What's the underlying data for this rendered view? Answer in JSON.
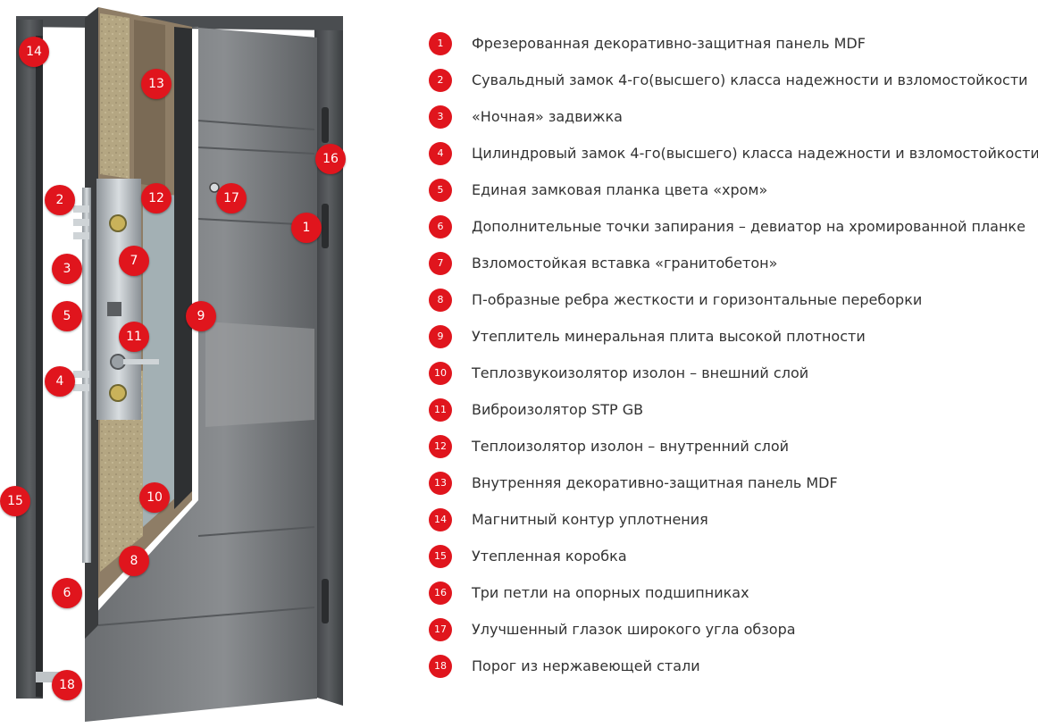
{
  "colors": {
    "accent": "#e0151d",
    "text": "#333333",
    "door": "#66696c",
    "frame": "#4a4d50"
  },
  "markers": [
    {
      "num": "14"
    },
    {
      "num": "13"
    },
    {
      "num": "16"
    },
    {
      "num": "2"
    },
    {
      "num": "12"
    },
    {
      "num": "17"
    },
    {
      "num": "1"
    },
    {
      "num": "7"
    },
    {
      "num": "3"
    },
    {
      "num": "5"
    },
    {
      "num": "9"
    },
    {
      "num": "11"
    },
    {
      "num": "4"
    },
    {
      "num": "15"
    },
    {
      "num": "10"
    },
    {
      "num": "8"
    },
    {
      "num": "6"
    },
    {
      "num": "18"
    }
  ],
  "legend": [
    {
      "num": "1",
      "text": "Фрезерованная декоративно-защитная панель MDF"
    },
    {
      "num": "2",
      "text": "Сувальдный замок 4-го(высшего) класса надежности и взломостойкости"
    },
    {
      "num": "3",
      "text": "«Ночная» задвижка"
    },
    {
      "num": "4",
      "text": "Цилиндровый замок 4-го(высшего) класса надежности и взломостойкости"
    },
    {
      "num": "5",
      "text": "Единая замковая планка цвета «хром»"
    },
    {
      "num": "6",
      "text": "Дополнительные точки запирания – девиатор на хромированной планке"
    },
    {
      "num": "7",
      "text": "Взломостойкая вставка «гранитобетон»"
    },
    {
      "num": "8",
      "text": "П-образные ребра жесткости и горизонтальные переборки"
    },
    {
      "num": "9",
      "text": "Утеплитель минеральная плита высокой плотности"
    },
    {
      "num": "10",
      "text": "Теплозвукоизолятор изолон – внешний слой"
    },
    {
      "num": "11",
      "text": "Виброизолятор STP GB"
    },
    {
      "num": "12",
      "text": "Теплоизолятор изолон – внутренний слой"
    },
    {
      "num": "13",
      "text": "Внутренняя декоративно-защитная панель MDF"
    },
    {
      "num": "14",
      "text": "Магнитный контур уплотнения"
    },
    {
      "num": "15",
      "text": "Утепленная коробка"
    },
    {
      "num": "16",
      "text": "Три петли на опорных подшипниках"
    },
    {
      "num": "17",
      "text": "Улучшенный глазок широкого угла обзора"
    },
    {
      "num": "18",
      "text": "Порог из нержавеющей стали"
    }
  ]
}
